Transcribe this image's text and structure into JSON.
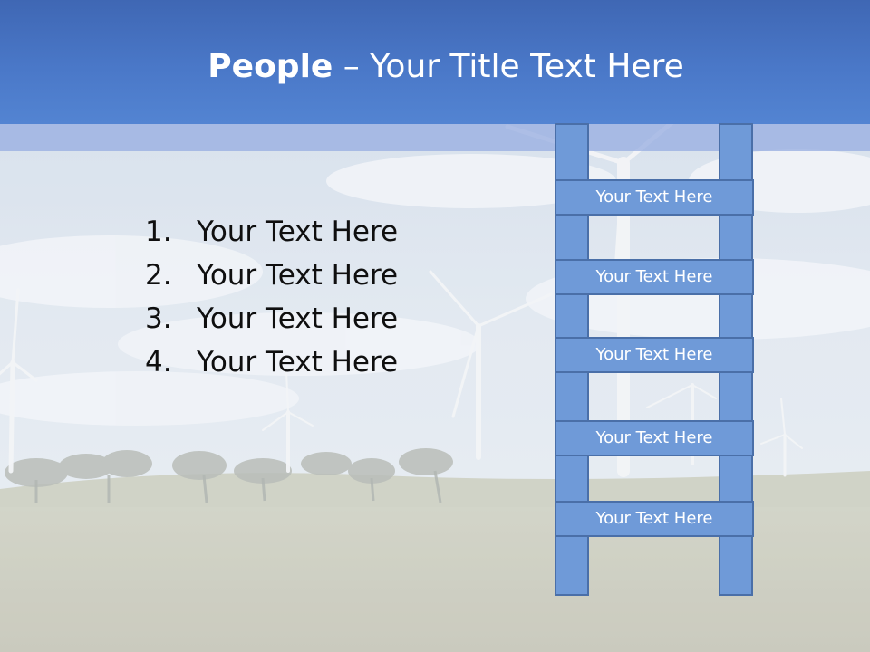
{
  "slide": {
    "title_bold": "People",
    "title_rest": " – Your Title Text Here",
    "list_items": [
      {
        "number": "1.",
        "text": "Your Text Here"
      },
      {
        "number": "2.",
        "text": "Your Text Here"
      },
      {
        "number": "3.",
        "text": "Your Text Here"
      },
      {
        "number": "4.",
        "text": "Your Text Here"
      }
    ],
    "ladder_rungs": [
      "Your Text Here",
      "Your Text Here",
      "Your Text Here",
      "Your Text Here",
      "Your Text Here"
    ]
  },
  "colors": {
    "header": "#4a78c8",
    "ladder_fill": "#6f9ad8",
    "ladder_border": "#4a6fa8"
  },
  "background_image": "wind turbines over a grassy field under a cloudy sky"
}
